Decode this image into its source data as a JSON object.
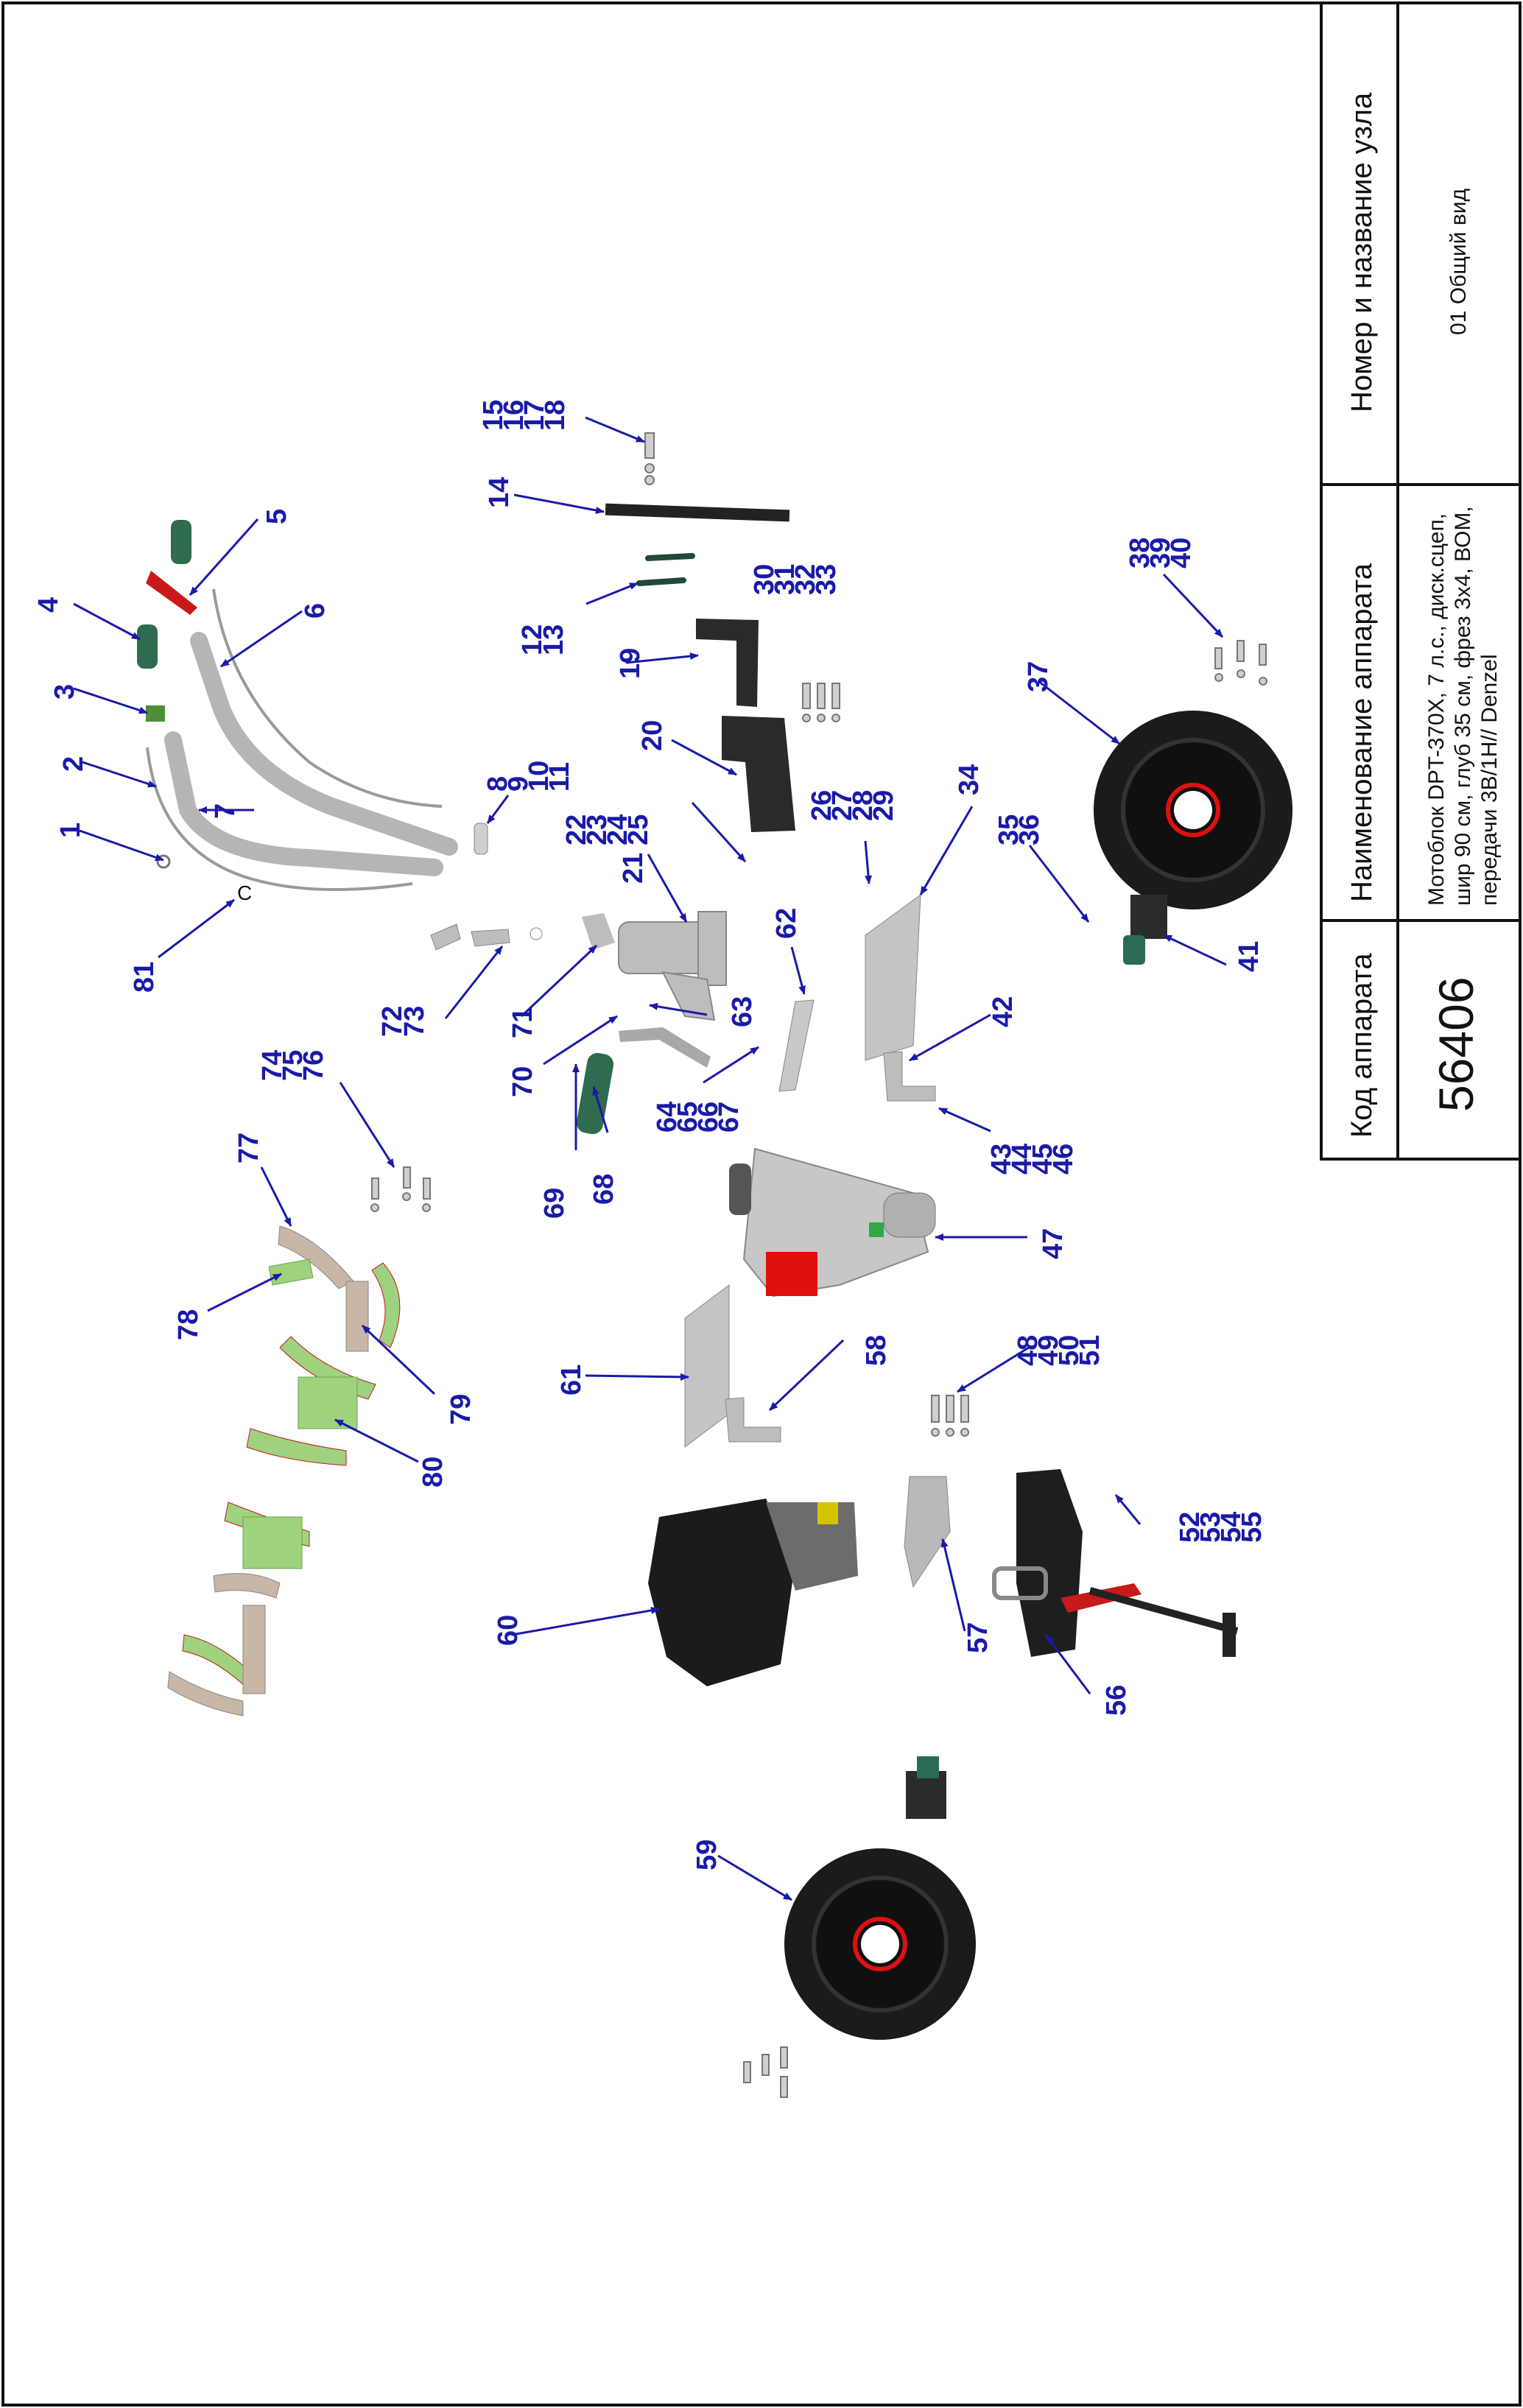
{
  "title_block": {
    "col_code": {
      "header": "Код аппарата",
      "value": "56406"
    },
    "col_name": {
      "header": "Наименование аппарата",
      "lines": [
        "Мотоблок DPT-370X, 7 л.с., диск.сцеп,",
        "шир 90 см, глуб 35 см, фрез 3х4, ВОМ,",
        "передачи 3В/1Н// Denzel"
      ]
    },
    "col_node": {
      "header": "Номер и название узла",
      "value": "01 Общий вид"
    }
  },
  "callouts": [
    {
      "id": "c1",
      "lines": [
        "1"
      ]
    },
    {
      "id": "c2",
      "lines": [
        "2"
      ]
    },
    {
      "id": "c3",
      "lines": [
        "3"
      ]
    },
    {
      "id": "c4",
      "lines": [
        "4"
      ]
    },
    {
      "id": "c5",
      "lines": [
        "5"
      ]
    },
    {
      "id": "c6",
      "lines": [
        "6"
      ]
    },
    {
      "id": "c7",
      "lines": [
        "7"
      ]
    },
    {
      "id": "c8",
      "lines": [
        "8",
        "9",
        "10",
        "11"
      ]
    },
    {
      "id": "c12",
      "lines": [
        "12",
        "13"
      ]
    },
    {
      "id": "c14",
      "lines": [
        "14"
      ]
    },
    {
      "id": "c15",
      "lines": [
        "15",
        "16",
        "17",
        "18"
      ]
    },
    {
      "id": "c19",
      "lines": [
        "19"
      ]
    },
    {
      "id": "c20",
      "lines": [
        "20"
      ]
    },
    {
      "id": "c21",
      "lines": [
        "21"
      ]
    },
    {
      "id": "c22",
      "lines": [
        "22",
        "23",
        "24",
        "25"
      ]
    },
    {
      "id": "c26",
      "lines": [
        "26",
        "27",
        "28",
        "29"
      ]
    },
    {
      "id": "c30",
      "lines": [
        "30",
        "31",
        "32",
        "33"
      ]
    },
    {
      "id": "c34",
      "lines": [
        "34"
      ]
    },
    {
      "id": "c35",
      "lines": [
        "35",
        "36"
      ]
    },
    {
      "id": "c37",
      "lines": [
        "37"
      ]
    },
    {
      "id": "c38",
      "lines": [
        "38",
        "39",
        "40"
      ]
    },
    {
      "id": "c41",
      "lines": [
        "41"
      ]
    },
    {
      "id": "c42",
      "lines": [
        "42"
      ]
    },
    {
      "id": "c43",
      "lines": [
        "43",
        "44",
        "45",
        "46"
      ]
    },
    {
      "id": "c47",
      "lines": [
        "47"
      ]
    },
    {
      "id": "c48",
      "lines": [
        "48",
        "49",
        "50",
        "51"
      ]
    },
    {
      "id": "c52",
      "lines": [
        "52",
        "53",
        "54",
        "55"
      ]
    },
    {
      "id": "c56",
      "lines": [
        "56"
      ]
    },
    {
      "id": "c57",
      "lines": [
        "57"
      ]
    },
    {
      "id": "c58",
      "lines": [
        "58"
      ]
    },
    {
      "id": "c59",
      "lines": [
        "59"
      ]
    },
    {
      "id": "c60",
      "lines": [
        "60"
      ]
    },
    {
      "id": "c61",
      "lines": [
        "61"
      ]
    },
    {
      "id": "c62",
      "lines": [
        "62"
      ]
    },
    {
      "id": "c63",
      "lines": [
        "63"
      ]
    },
    {
      "id": "c64",
      "lines": [
        "64",
        "65",
        "66",
        "67"
      ]
    },
    {
      "id": "c68",
      "lines": [
        "68"
      ]
    },
    {
      "id": "c69",
      "lines": [
        "69"
      ]
    },
    {
      "id": "c70",
      "lines": [
        "70"
      ]
    },
    {
      "id": "c71",
      "lines": [
        "71"
      ]
    },
    {
      "id": "c72",
      "lines": [
        "72",
        "73"
      ]
    },
    {
      "id": "c74",
      "lines": [
        "74",
        "75",
        "76"
      ]
    },
    {
      "id": "c77",
      "lines": [
        "77"
      ]
    },
    {
      "id": "c78",
      "lines": [
        "78"
      ]
    },
    {
      "id": "c79",
      "lines": [
        "79"
      ]
    },
    {
      "id": "c80",
      "lines": [
        "80"
      ]
    },
    {
      "id": "c81",
      "lines": [
        "81"
      ]
    }
  ],
  "colors": {
    "callout": "#1a1aa8",
    "frame": "#111111",
    "part_grey": "#b9b9b9",
    "part_dark": "#1a1a1a",
    "tine_green": "#9ed27e",
    "accent_red": "#e01010"
  }
}
